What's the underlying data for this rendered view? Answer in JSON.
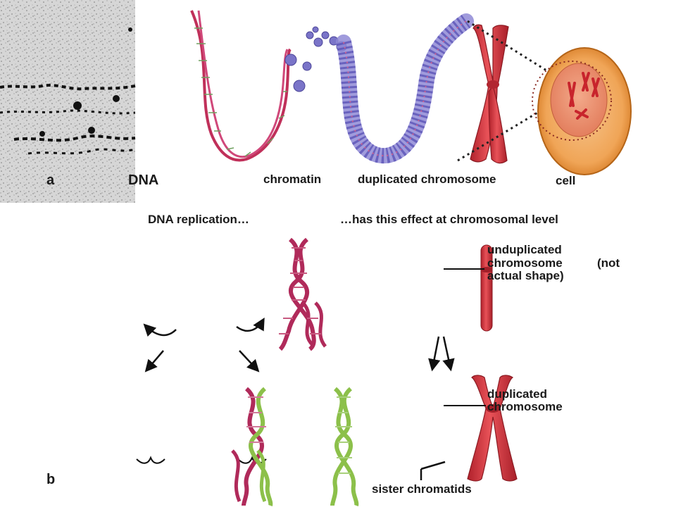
{
  "panel_a": {
    "letter": "a",
    "labels": {
      "dna": "DNA",
      "chromatin": "chromatin",
      "duplicated_chromosome": "duplicated chromosome",
      "cell": "cell"
    }
  },
  "panel_b": {
    "letter": "b",
    "headings": {
      "left": "DNA replication…",
      "right": "…has this effect at chromosomal level"
    },
    "labels": {
      "unduplicated_line1": "unduplicated",
      "unduplicated_line2": "chromosome",
      "unduplicated_note1": "(not",
      "unduplicated_note2": "actual shape)",
      "duplicated_line1": "duplicated",
      "duplicated_line2": "chromosome",
      "sister_chromatids": "sister chromatids"
    }
  },
  "colors": {
    "dna_strand_red": "#c0305a",
    "dna_strand_green": "#8cc04a",
    "chromosome": "#d2343c",
    "chromatin_blue": "#7a74c8",
    "cell_membrane": "#e9a241",
    "cell_nucleus": "#e88a62"
  }
}
